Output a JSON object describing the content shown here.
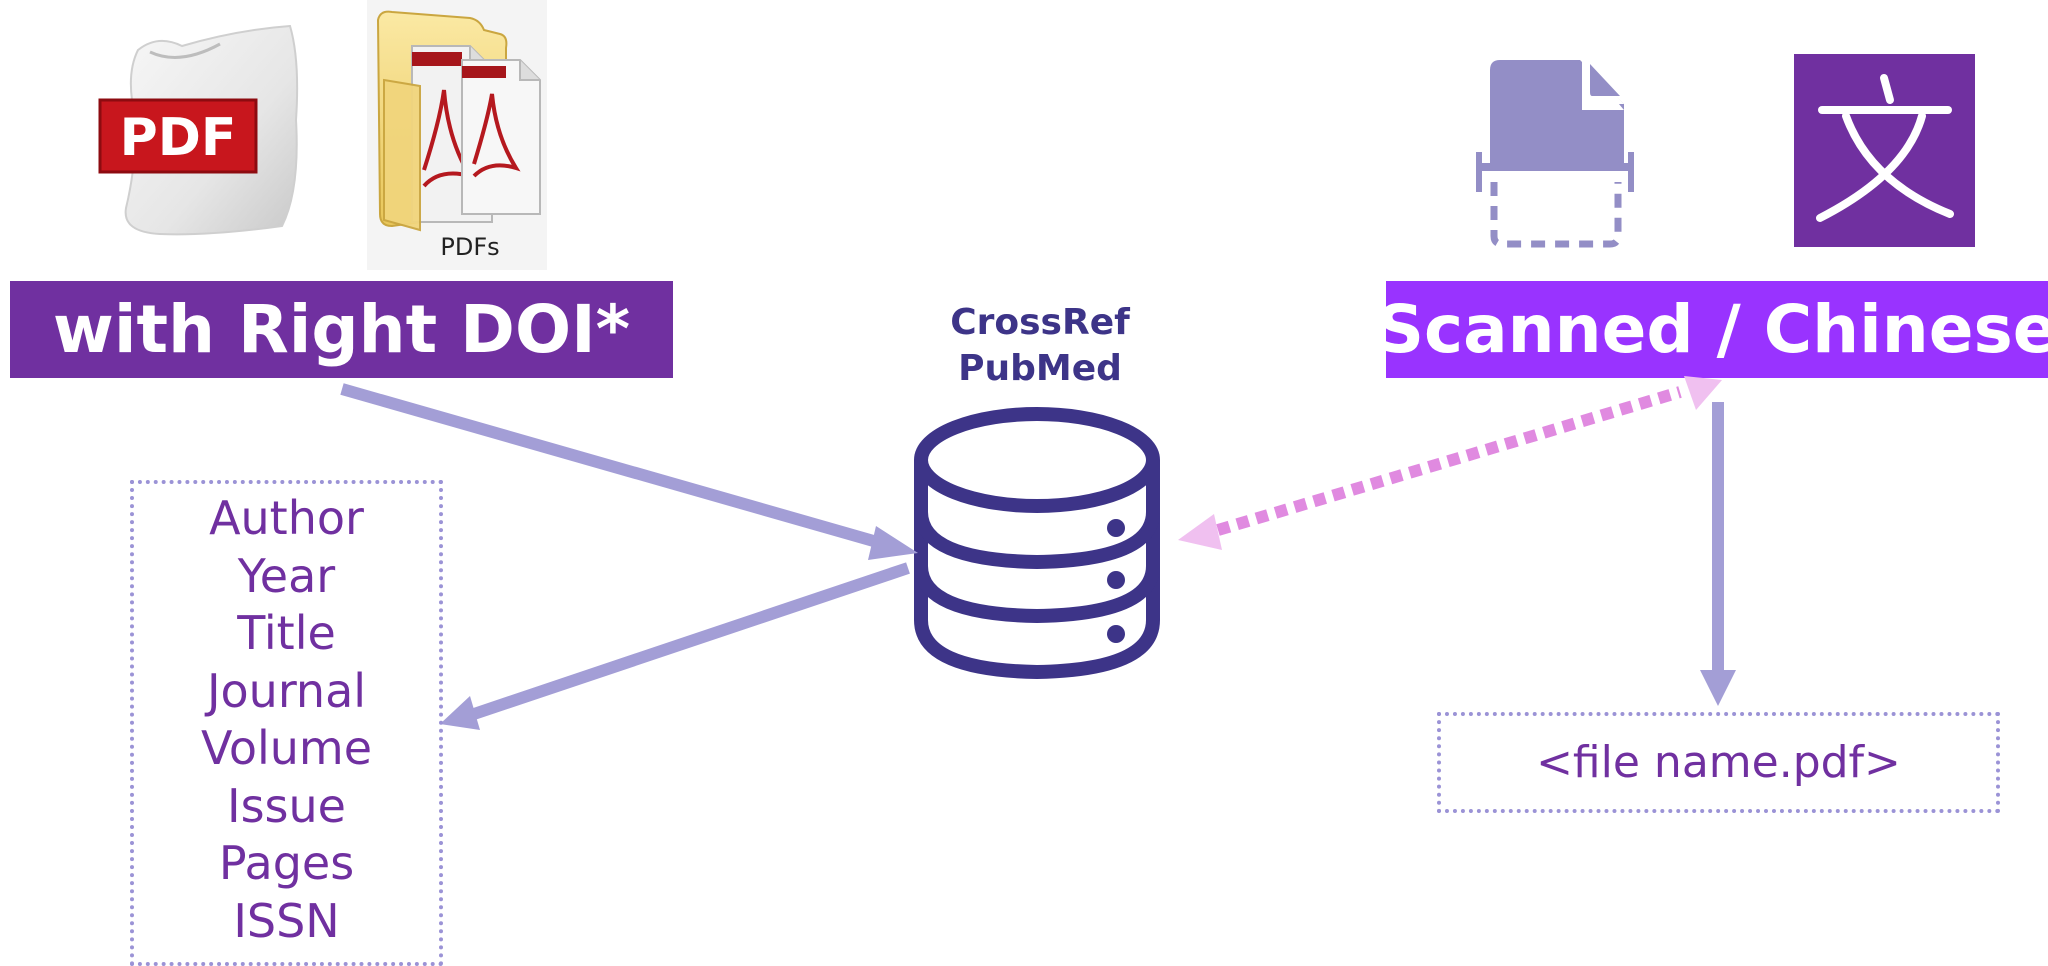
{
  "left_banner": {
    "label": "with Right DOI*"
  },
  "right_banner": {
    "label": "Scanned / Chinese"
  },
  "pdf_icon": {
    "text": "PDF"
  },
  "pdfs_folder": {
    "caption": "PDFs"
  },
  "database": {
    "label_line1": "CrossRef",
    "label_line2": "PubMed"
  },
  "metadata_fields": [
    "Author",
    "Year",
    "Title",
    "Journal",
    "Volume",
    "Issue",
    "Pages",
    "ISSN"
  ],
  "filename_output": {
    "text": "<file name.pdf>"
  },
  "chinese_icon": {
    "glyph": "文"
  },
  "colors": {
    "deep_purple": "#7030a0",
    "bright_purple": "#9933ff",
    "lavender": "#a39ed6",
    "db_navy": "#3d3488",
    "pink_dotted": "#e08ae0",
    "scan_icon": "#938ec6"
  },
  "icons": [
    "pdf-file-icon",
    "pdf-folder-icon",
    "scanned-document-icon",
    "chinese-character-icon",
    "database-icon"
  ]
}
